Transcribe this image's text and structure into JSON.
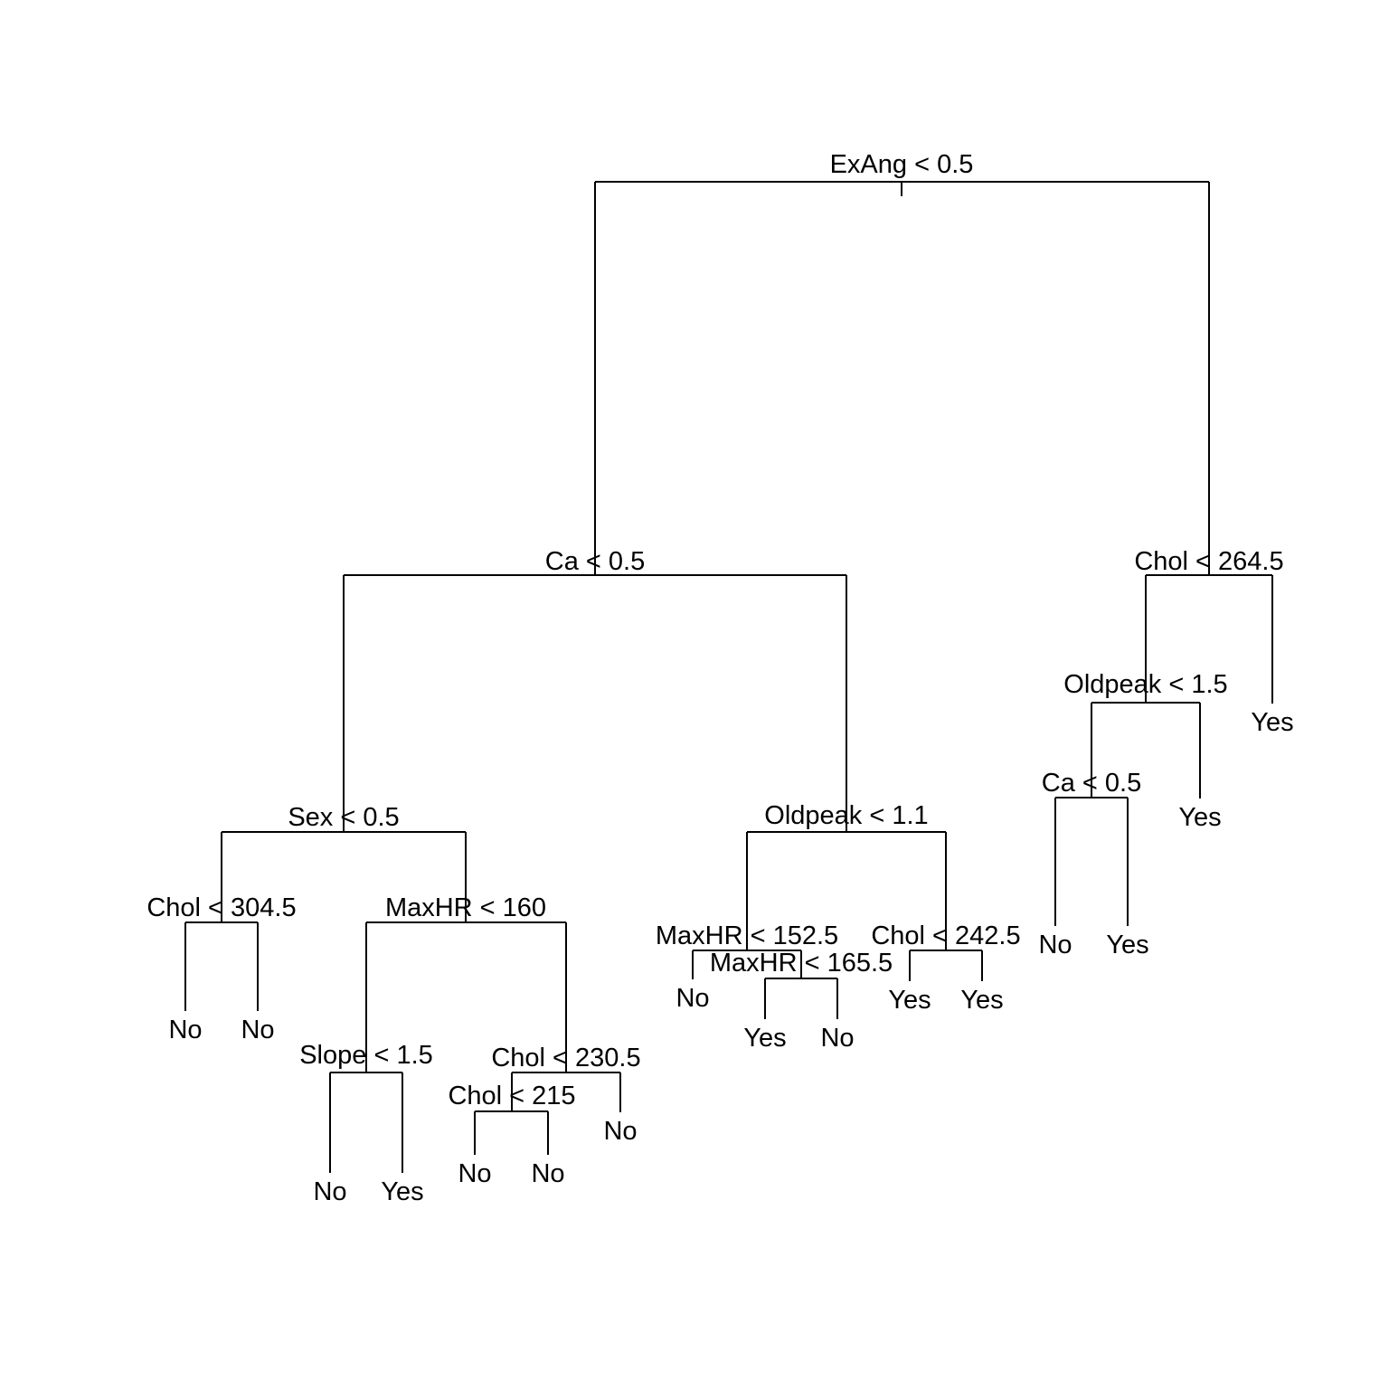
{
  "diagram": {
    "type": "decision-tree",
    "colors": {
      "line": "#000000",
      "text": "#000000",
      "background": "#ffffff"
    },
    "nodes": [
      {
        "id": "n1",
        "label": "ExAng < 0.5"
      },
      {
        "id": "n2",
        "label": "Ca < 0.5",
        "parent": "n1"
      },
      {
        "id": "n3",
        "label": "Chol < 264.5",
        "parent": "n1"
      },
      {
        "id": "n4",
        "label": "Sex < 0.5",
        "parent": "n2"
      },
      {
        "id": "n5",
        "label": "Oldpeak < 1.1",
        "parent": "n2"
      },
      {
        "id": "n6",
        "label": "Chol < 304.5",
        "parent": "n4"
      },
      {
        "id": "n7",
        "label": "MaxHR < 160",
        "parent": "n4"
      },
      {
        "id": "l1",
        "label": "No",
        "parent": "n6"
      },
      {
        "id": "l2",
        "label": "No",
        "parent": "n6"
      },
      {
        "id": "n8",
        "label": "Slope < 1.5",
        "parent": "n7"
      },
      {
        "id": "n9",
        "label": "Chol < 230.5",
        "parent": "n7"
      },
      {
        "id": "l3",
        "label": "No",
        "parent": "n8"
      },
      {
        "id": "l4",
        "label": "Yes",
        "parent": "n8"
      },
      {
        "id": "n10",
        "label": "Chol < 215",
        "parent": "n9"
      },
      {
        "id": "l5",
        "label": "No",
        "parent": "n9"
      },
      {
        "id": "l6",
        "label": "No",
        "parent": "n10"
      },
      {
        "id": "l7",
        "label": "No",
        "parent": "n10"
      },
      {
        "id": "n11",
        "label": "MaxHR < 152.5",
        "parent": "n5"
      },
      {
        "id": "n12",
        "label": "Chol < 242.5",
        "parent": "n5"
      },
      {
        "id": "l8",
        "label": "No",
        "parent": "n11"
      },
      {
        "id": "n13",
        "label": "MaxHR < 165.5",
        "parent": "n11"
      },
      {
        "id": "l9",
        "label": "Yes",
        "parent": "n13"
      },
      {
        "id": "l10",
        "label": "No",
        "parent": "n13"
      },
      {
        "id": "l11",
        "label": "Yes",
        "parent": "n12"
      },
      {
        "id": "l12",
        "label": "Yes",
        "parent": "n12"
      },
      {
        "id": "n14",
        "label": "Oldpeak < 1.5",
        "parent": "n3"
      },
      {
        "id": "l13",
        "label": "Yes",
        "parent": "n3"
      },
      {
        "id": "n15",
        "label": "Ca < 0.5",
        "parent": "n14"
      },
      {
        "id": "l14",
        "label": "Yes",
        "parent": "n14"
      },
      {
        "id": "l15",
        "label": "No",
        "parent": "n15"
      },
      {
        "id": "l16",
        "label": "Yes",
        "parent": "n15"
      }
    ]
  }
}
